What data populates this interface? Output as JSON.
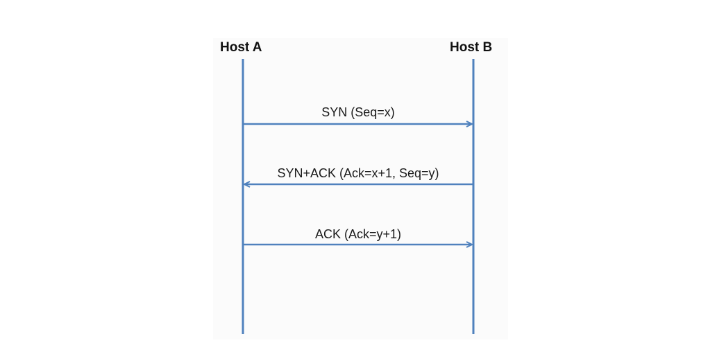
{
  "diagram": {
    "hosts": [
      {
        "name": "Host A"
      },
      {
        "name": "Host B"
      }
    ],
    "messages": [
      {
        "label": "SYN (Seq=x)",
        "from": "Host A",
        "to": "Host B"
      },
      {
        "label": "SYN+ACK (Ack=x+1, Seq=y)",
        "from": "Host B",
        "to": "Host A"
      },
      {
        "label": "ACK (Ack=y+1)",
        "from": "Host A",
        "to": "Host B"
      }
    ],
    "colors": {
      "line": "#4f81bd",
      "text": "#1a1a1a"
    }
  }
}
